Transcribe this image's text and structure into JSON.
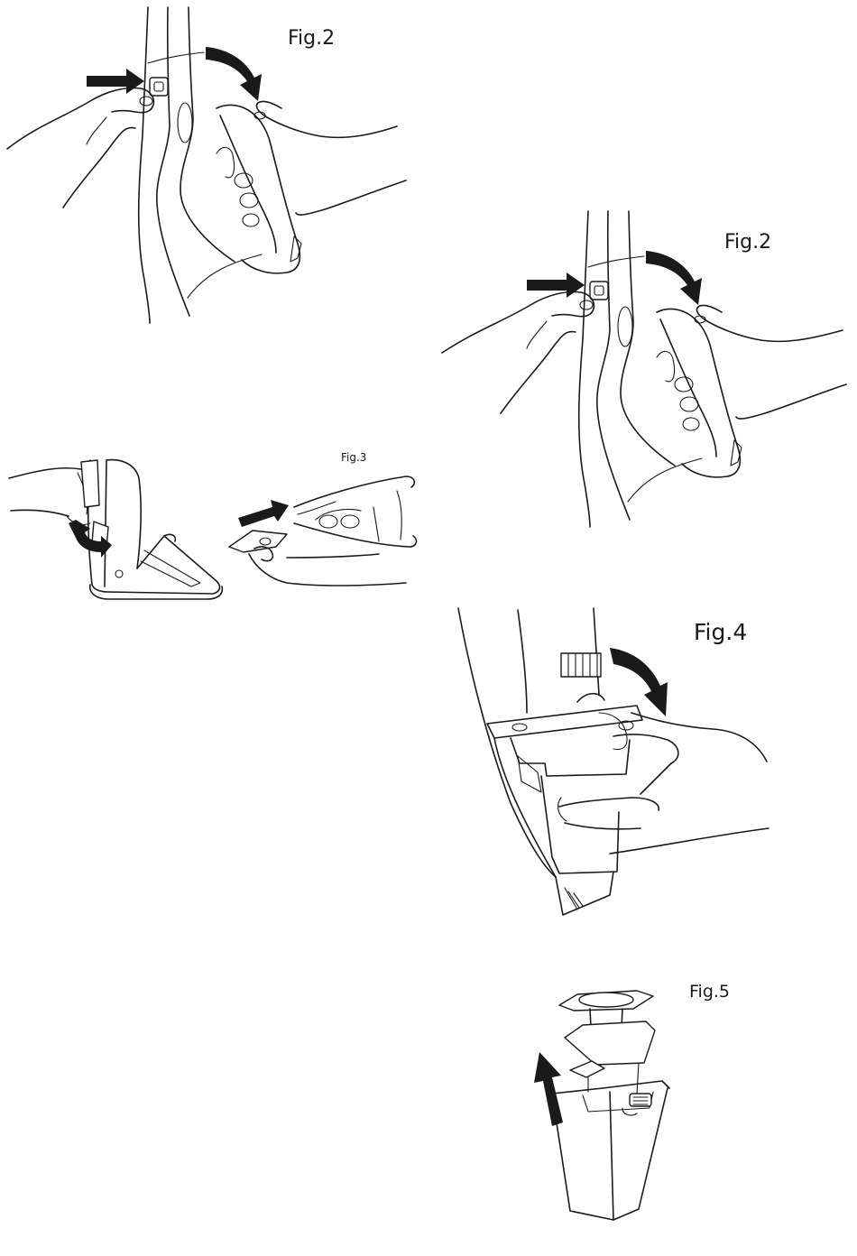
{
  "figures": [
    {
      "id": "fig2-top",
      "label": "Fig.2"
    },
    {
      "id": "fig2-right",
      "label": "Fig.2"
    },
    {
      "id": "fig3",
      "label": "Fig.3"
    },
    {
      "id": "fig4",
      "label": "Fig.4"
    },
    {
      "id": "fig5",
      "label": "Fig.5"
    }
  ],
  "style": {
    "line_color": "#1a1a1a",
    "background": "#ffffff"
  }
}
